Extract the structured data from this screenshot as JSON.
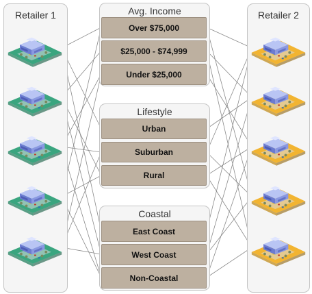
{
  "retailer1": {
    "title": "Retailer 1",
    "store_count": 5,
    "color": "#3aa57f"
  },
  "retailer2": {
    "title": "Retailer 2",
    "store_count": 5,
    "color": "#f2b431"
  },
  "groups": [
    {
      "title": "Avg. Income",
      "segments": [
        "Over $75,000",
        "$25,000 - $74,999",
        "Under $25,000"
      ]
    },
    {
      "title": "Lifestyle",
      "segments": [
        "Urban",
        "Suburban",
        "Rural"
      ]
    },
    {
      "title": "Coastal",
      "segments": [
        "East Coast",
        "West Coast",
        "Non-Coastal"
      ]
    }
  ],
  "segment_color": "#bdb0a0",
  "connections": {
    "retailer1": [
      [
        0,
        3,
        6
      ],
      [
        1,
        5,
        7
      ],
      [
        2,
        4,
        8
      ],
      [
        0,
        5,
        8
      ],
      [
        2,
        4,
        7
      ]
    ],
    "retailer2": [
      [
        0,
        4,
        6
      ],
      [
        1,
        3,
        7
      ],
      [
        2,
        5,
        8
      ],
      [
        0,
        4,
        7
      ],
      [
        1,
        5,
        8
      ]
    ]
  }
}
